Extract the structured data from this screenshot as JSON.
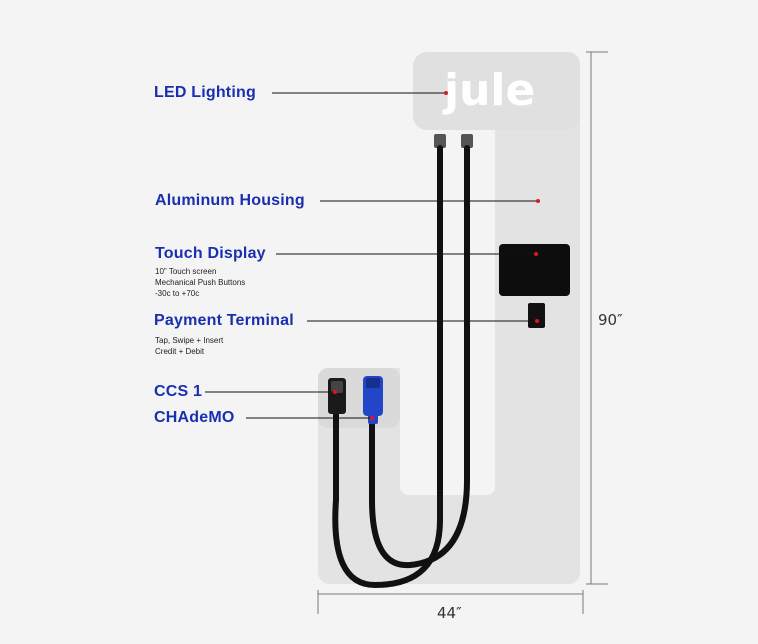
{
  "brand": {
    "logo_text": "jule"
  },
  "callouts": {
    "led_lighting": {
      "label": "LED Lighting"
    },
    "aluminum_housing": {
      "label": "Aluminum Housing"
    },
    "touch_display": {
      "label": "Touch Display",
      "specs": [
        "10\" Touch screen",
        "Mechanical Push Buttons",
        "-30c to +70c"
      ]
    },
    "payment_terminal": {
      "label": "Payment Terminal",
      "specs": [
        "Tap, Swipe + Insert",
        "Credit + Debit"
      ]
    },
    "ccs1": {
      "label": "CCS 1"
    },
    "chademo": {
      "label": "CHAdeMO"
    }
  },
  "dimensions": {
    "height": "90″",
    "width": "44″"
  },
  "colors": {
    "callout_text": "#1a2fb0",
    "marker": "#e0161e",
    "chademo_connector": "#2346c8",
    "housing": "#e3e3e3",
    "display": "#0d0d0d"
  }
}
